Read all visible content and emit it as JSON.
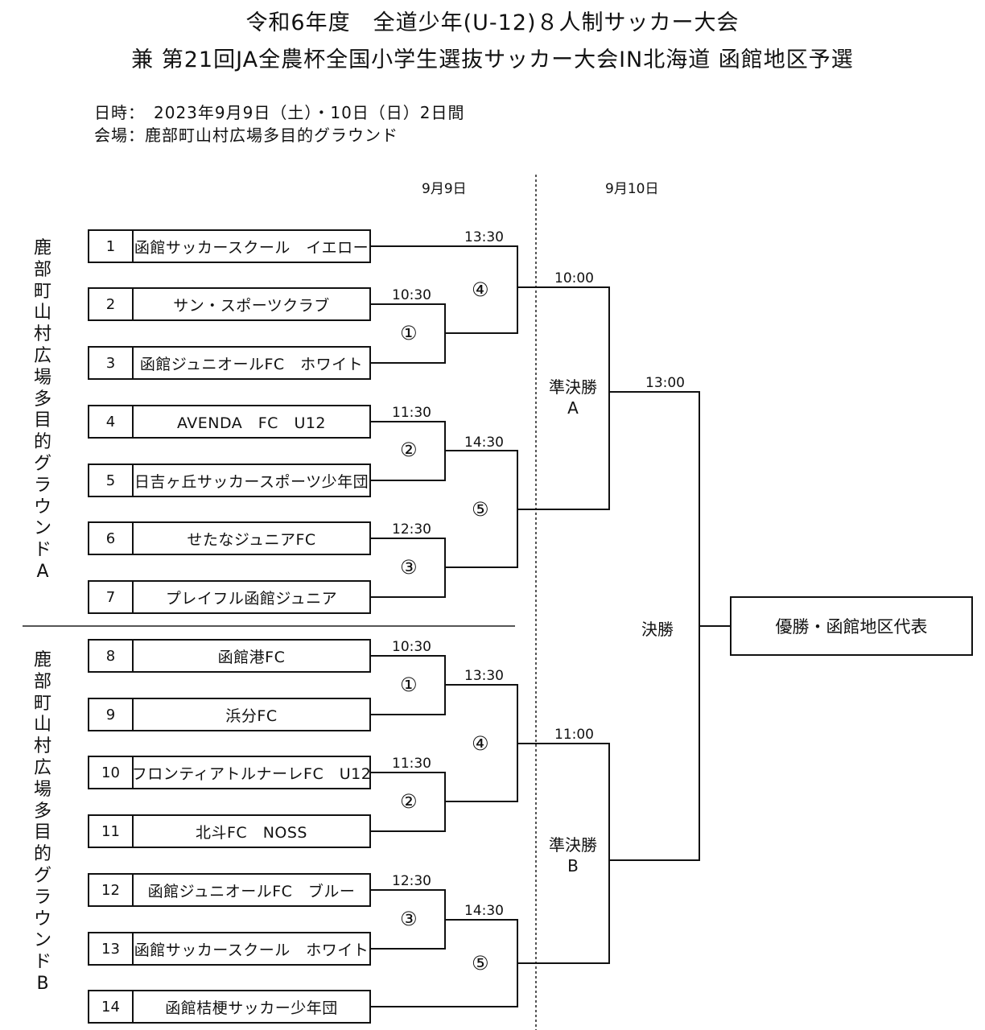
{
  "header": {
    "title_line1": "令和6年度　全道少年(U-12)８人制サッカー大会",
    "title_line2": "兼 第21回JA全農杯全国小学生選抜サッカー大会IN北海道 函館地区予選",
    "date_line": "日時：　2023年9月9日（土）・10日（日）2日間",
    "venue_line": "会場：鹿部町山村広場多目的グラウンド"
  },
  "dates": {
    "day1": "9月9日",
    "day2": "9月10日"
  },
  "grounds": {
    "a": "鹿部町山村広場多目的グラウンドA",
    "b": "鹿部町山村広場多目的グラウンドB"
  },
  "teams": [
    {
      "num": "1",
      "name": "函館サッカースクール　イエロー"
    },
    {
      "num": "2",
      "name": "サン・スポーツクラブ"
    },
    {
      "num": "3",
      "name": "函館ジュニオールFC　ホワイト"
    },
    {
      "num": "4",
      "name": "AVENDA　FC　U12"
    },
    {
      "num": "5",
      "name": "日吉ヶ丘サッカースポーツ少年団"
    },
    {
      "num": "6",
      "name": "せたなジュニアFC"
    },
    {
      "num": "7",
      "name": "プレイフル函館ジュニア"
    },
    {
      "num": "8",
      "name": "函館港FC"
    },
    {
      "num": "9",
      "name": "浜分FC"
    },
    {
      "num": "10",
      "name": "フロンティアトルナーレFC　U12"
    },
    {
      "num": "11",
      "name": "北斗FC　NOSS"
    },
    {
      "num": "12",
      "name": "函館ジュニオールFC　ブルー"
    },
    {
      "num": "13",
      "name": "函館サッカースクール　ホワイト"
    },
    {
      "num": "14",
      "name": "函館桔梗サッカー少年団"
    }
  ],
  "matches": {
    "a1": {
      "no": "①",
      "time": "10:30"
    },
    "a2": {
      "no": "②",
      "time": "11:30"
    },
    "a3": {
      "no": "③",
      "time": "12:30"
    },
    "a4": {
      "no": "④",
      "time": "13:30"
    },
    "a5": {
      "no": "⑤",
      "time": "14:30"
    },
    "b1": {
      "no": "①",
      "time": "10:30"
    },
    "b2": {
      "no": "②",
      "time": "11:30"
    },
    "b3": {
      "no": "③",
      "time": "12:30"
    },
    "b4": {
      "no": "④",
      "time": "13:30"
    },
    "b5": {
      "no": "⑤",
      "time": "14:30"
    }
  },
  "semifinal_a": {
    "label": "準決勝",
    "sub": "A",
    "time": "10:00"
  },
  "semifinal_b": {
    "label": "準決勝",
    "sub": "B",
    "time": "11:00"
  },
  "final": {
    "label": "決勝",
    "time": "13:00"
  },
  "champion": "優勝・函館地区代表"
}
